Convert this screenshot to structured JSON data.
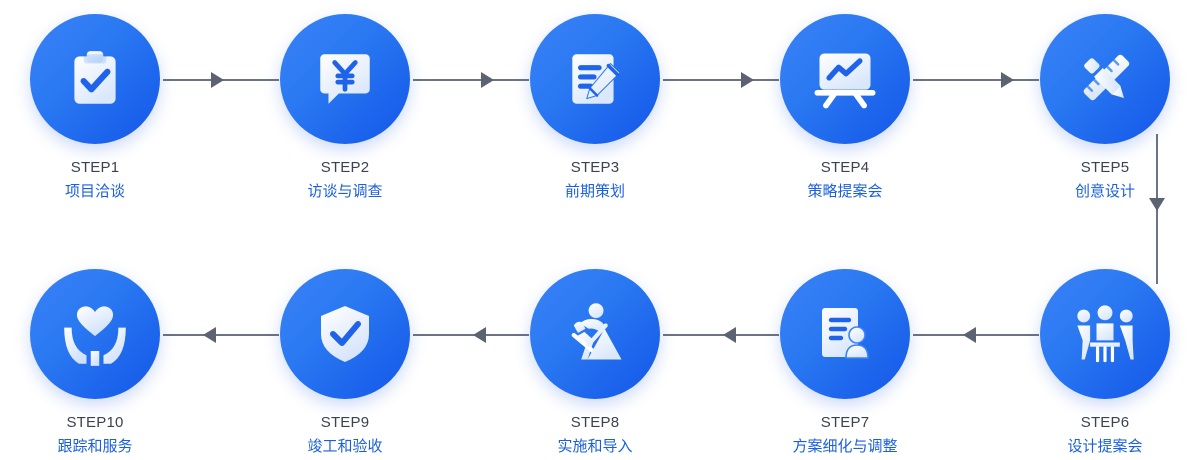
{
  "diagram": {
    "title": "Project Workflow Ten Steps",
    "accent_circle_light": "#3b82f7",
    "accent_circle_dark": "#1356e8",
    "step_id_color": "#3c4250",
    "step_name_color": "#1a5fe0",
    "connector_color": "#6c7482",
    "background": "#ffffff"
  },
  "steps": [
    {
      "id": "STEP1",
      "name": "项目洽谈",
      "icon": "clipboard-check-icon",
      "row": "top",
      "col": 1
    },
    {
      "id": "STEP2",
      "name": "访谈与调查",
      "icon": "speech-bubble-yen-icon",
      "row": "top",
      "col": 2
    },
    {
      "id": "STEP3",
      "name": "前期策划",
      "icon": "document-pencil-icon",
      "row": "top",
      "col": 3
    },
    {
      "id": "STEP4",
      "name": "策略提案会",
      "icon": "presentation-chart-icon",
      "row": "top",
      "col": 4
    },
    {
      "id": "STEP5",
      "name": "创意设计",
      "icon": "ruler-pencil-icon",
      "row": "top",
      "col": 5
    },
    {
      "id": "STEP6",
      "name": "设计提案会",
      "icon": "meeting-people-icon",
      "row": "bottom",
      "col": 5
    },
    {
      "id": "STEP7",
      "name": "方案细化与调整",
      "icon": "document-person-icon",
      "row": "bottom",
      "col": 4
    },
    {
      "id": "STEP8",
      "name": "实施和导入",
      "icon": "construction-worker-icon",
      "row": "bottom",
      "col": 3
    },
    {
      "id": "STEP9",
      "name": "竣工和验收",
      "icon": "shield-check-icon",
      "row": "bottom",
      "col": 2
    },
    {
      "id": "STEP10",
      "name": "跟踪和服务",
      "icon": "heart-hands-icon",
      "row": "bottom",
      "col": 1
    }
  ],
  "connectors": [
    {
      "name": "arrow-step1-to-step2",
      "direction": "right"
    },
    {
      "name": "arrow-step2-to-step3",
      "direction": "right"
    },
    {
      "name": "arrow-step3-to-step4",
      "direction": "right"
    },
    {
      "name": "arrow-step4-to-step5",
      "direction": "right"
    },
    {
      "name": "arrow-step5-to-step6",
      "direction": "down"
    },
    {
      "name": "arrow-step6-to-step7",
      "direction": "left"
    },
    {
      "name": "arrow-step7-to-step8",
      "direction": "left"
    },
    {
      "name": "arrow-step8-to-step9",
      "direction": "left"
    },
    {
      "name": "arrow-step9-to-step10",
      "direction": "left"
    }
  ]
}
